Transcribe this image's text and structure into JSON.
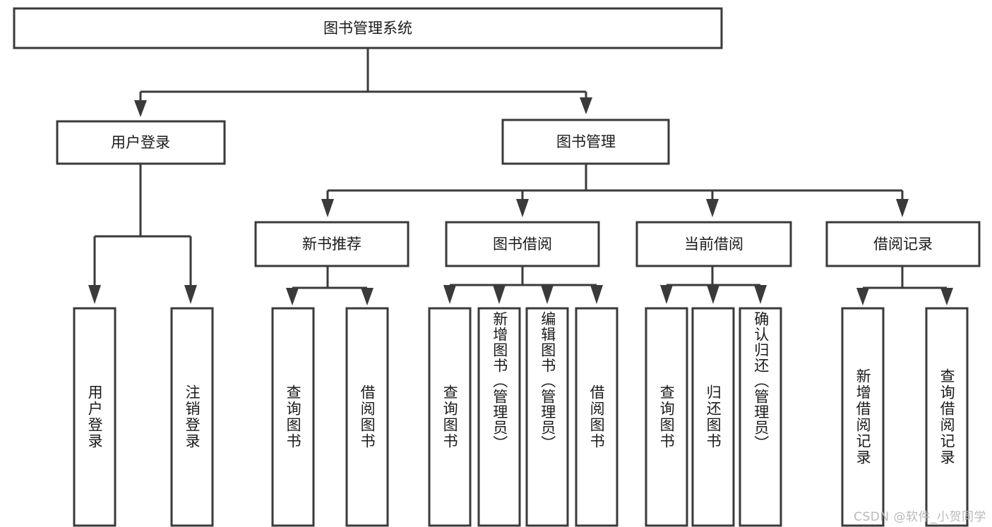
{
  "diagram": {
    "title": "图书管理系统",
    "watermark": "CSDN @软件_小贺同学",
    "root": {
      "label": "图书管理系统"
    },
    "tier2": [
      {
        "label": "用户登录"
      },
      {
        "label": "图书管理"
      }
    ],
    "tier3": [
      {
        "label": "新书推荐"
      },
      {
        "label": "图书借阅"
      },
      {
        "label": "当前借阅"
      },
      {
        "label": "借阅记录"
      }
    ],
    "leaves": {
      "user_login": [
        {
          "label": "用户登录"
        },
        {
          "label": "注销登录"
        }
      ],
      "new_book": [
        {
          "label": "查询图书"
        },
        {
          "label": "借阅图书"
        }
      ],
      "book_borrow": [
        {
          "label": "查询图书"
        },
        {
          "label": "新增图书（管理员）"
        },
        {
          "label": "编辑图书（管理员）"
        },
        {
          "label": "借阅图书"
        }
      ],
      "current_borrow": [
        {
          "label": "查询图书"
        },
        {
          "label": "归还图书"
        },
        {
          "label": "确认归还（管理员）"
        }
      ],
      "borrow_record": [
        {
          "label": "新增借阅记录"
        },
        {
          "label": "查询借阅记录"
        }
      ]
    },
    "colors": {
      "stroke": "#3a3a3a",
      "fill": "#ffffff",
      "text": "#1a1a1a",
      "watermark": "#b9b9b9"
    }
  }
}
